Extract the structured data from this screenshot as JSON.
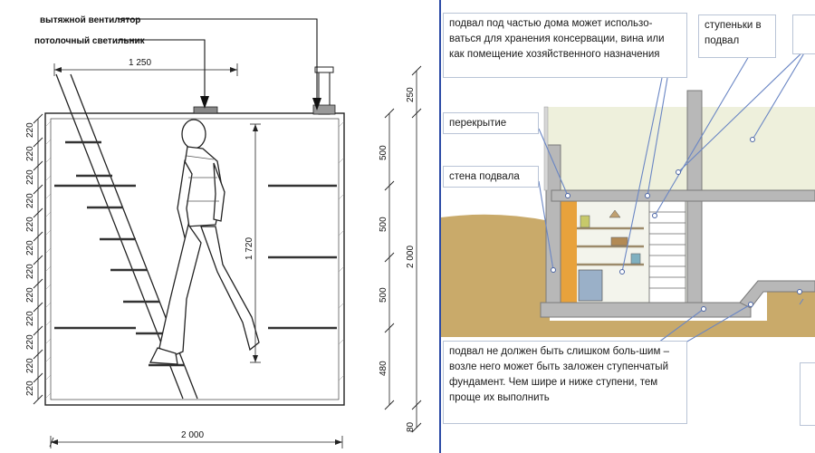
{
  "left_panel": {
    "labels": {
      "exhaust_fan": "вытяжной вентилятор",
      "ceiling_light": "потолочный светильник"
    },
    "dimensions": {
      "top_width": "1 250",
      "bottom_width": "2 000",
      "person_height": "1 720",
      "overall_height": "2 000",
      "top_offset": "250",
      "bottom_offset": "80",
      "shelf_spacing_1": "500",
      "shelf_spacing_2": "500",
      "shelf_spacing_3": "500",
      "shelf_spacing_4": "480",
      "step_spacings": [
        "220",
        "220",
        "220",
        "220",
        "220",
        "220",
        "220",
        "220",
        "220",
        "220",
        "220",
        "220"
      ]
    }
  },
  "right_panel": {
    "callouts": {
      "storage": "подвал под частью дома может использо-ваться для хранения консервации, вина или как помещение хозяйственного назначения",
      "steps": "ступеньки в подвал",
      "floor_slab": "перекрытие",
      "cellar_wall": "стена подвала",
      "foundation": "подвал не должен быть слишком боль-шим – возле него может быть заложен ступенчатый фундамент. Чем шире и ниже ступени, тем проще их выполнить"
    },
    "colors": {
      "soil": "#c9aa6a",
      "concrete": "#b8b8b8",
      "room": "#eef0dc",
      "shelf_wall": "#e8a23c",
      "callout_line": "#6a86c4"
    }
  }
}
